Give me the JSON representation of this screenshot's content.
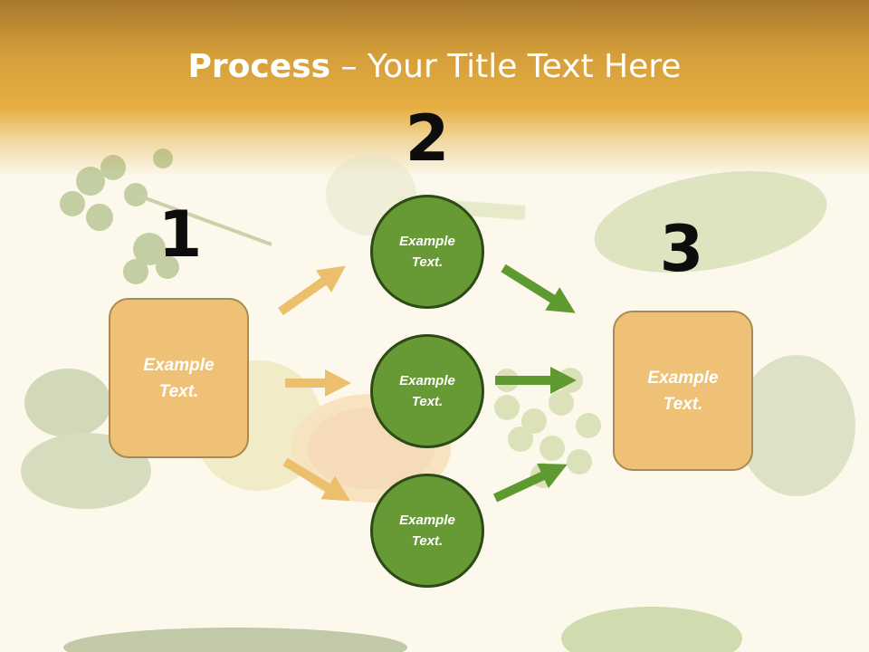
{
  "title": {
    "bold": "Process",
    "rest": " – Your Title Text Here"
  },
  "steps": [
    {
      "number": "1"
    },
    {
      "number": "2"
    },
    {
      "number": "3"
    }
  ],
  "left_box": {
    "text": "Example Text."
  },
  "circles": [
    {
      "text": "Example Text."
    },
    {
      "text": "Example Text."
    },
    {
      "text": "Example Text."
    }
  ],
  "right_box": {
    "text": "Example Text."
  },
  "colors": {
    "header": "#e6ae42",
    "box_fill": "#eec177",
    "box_border": "#a98a52",
    "circle_fill": "#679a35",
    "circle_border": "#2c4a16",
    "orange_arrow": "#ecbf6c",
    "green_arrow": "#5f9a31"
  }
}
